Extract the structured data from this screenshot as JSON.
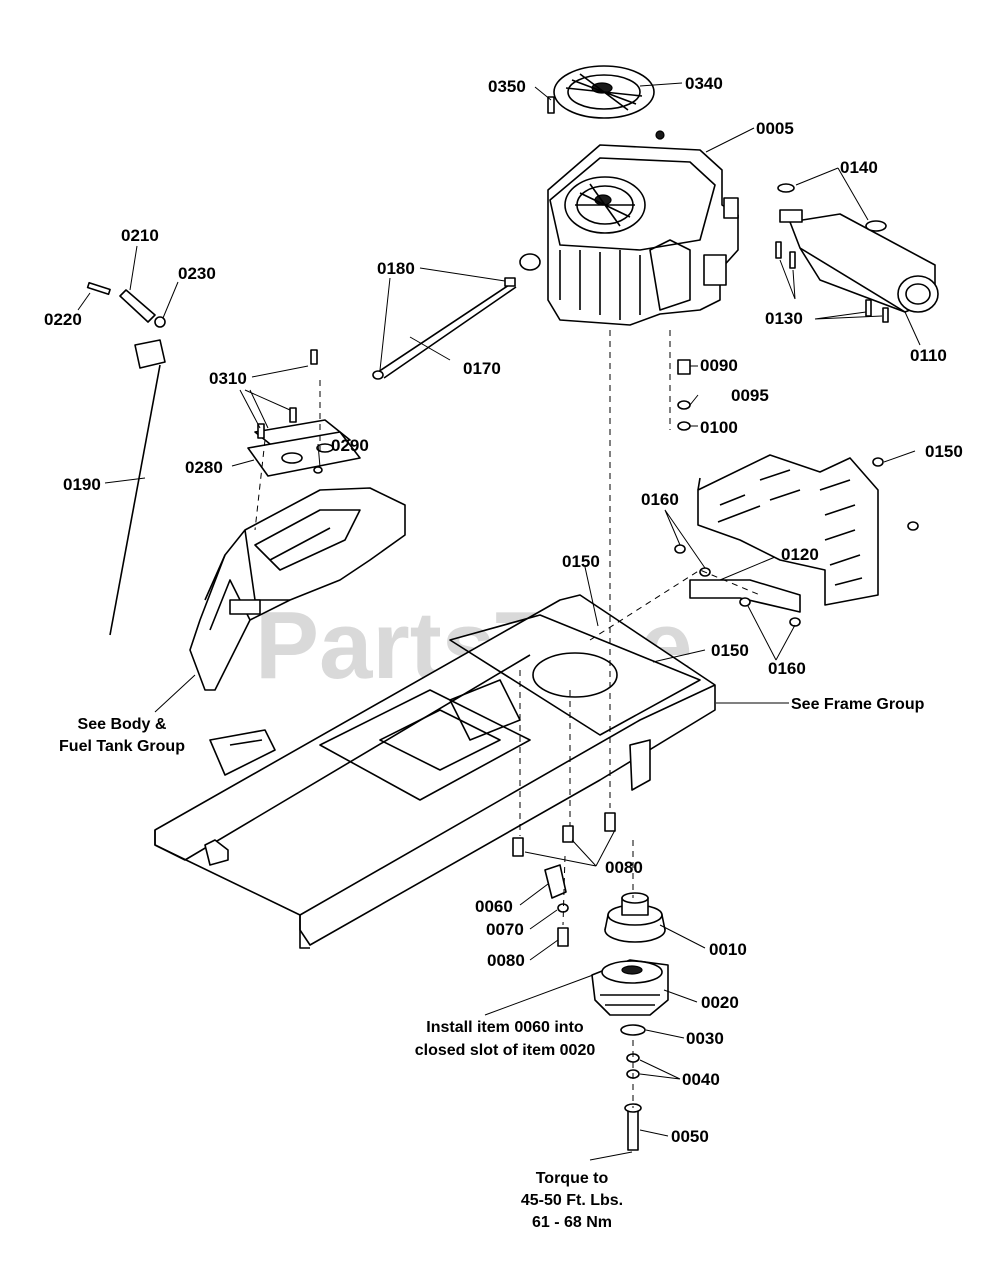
{
  "watermark": "PartsTree",
  "callouts": [
    {
      "id": "0350",
      "text": "0350"
    },
    {
      "id": "0340",
      "text": "0340"
    },
    {
      "id": "0005",
      "text": "0005"
    },
    {
      "id": "0140",
      "text": "0140"
    },
    {
      "id": "0210",
      "text": "0210"
    },
    {
      "id": "0230",
      "text": "0230"
    },
    {
      "id": "0220",
      "text": "0220"
    },
    {
      "id": "0180",
      "text": "0180"
    },
    {
      "id": "0130",
      "text": "0130"
    },
    {
      "id": "0110",
      "text": "0110"
    },
    {
      "id": "0170",
      "text": "0170"
    },
    {
      "id": "0310",
      "text": "0310"
    },
    {
      "id": "0090",
      "text": "0090"
    },
    {
      "id": "0095",
      "text": "0095"
    },
    {
      "id": "0100",
      "text": "0100"
    },
    {
      "id": "0290",
      "text": "0290"
    },
    {
      "id": "0280",
      "text": "0280"
    },
    {
      "id": "0190",
      "text": "0190"
    },
    {
      "id": "0150a",
      "text": "0150"
    },
    {
      "id": "0160a",
      "text": "0160"
    },
    {
      "id": "0120",
      "text": "0120"
    },
    {
      "id": "0150b",
      "text": "0150"
    },
    {
      "id": "0150c",
      "text": "0150"
    },
    {
      "id": "0160b",
      "text": "0160"
    },
    {
      "id": "0080a",
      "text": "0080"
    },
    {
      "id": "0060",
      "text": "0060"
    },
    {
      "id": "0070",
      "text": "0070"
    },
    {
      "id": "0080b",
      "text": "0080"
    },
    {
      "id": "0010",
      "text": "0010"
    },
    {
      "id": "0020",
      "text": "0020"
    },
    {
      "id": "0030",
      "text": "0030"
    },
    {
      "id": "0040",
      "text": "0040"
    },
    {
      "id": "0050",
      "text": "0050"
    }
  ],
  "notes": {
    "see_frame": "See Frame Group",
    "see_body_line1": "See Body &",
    "see_body_line2": "Fuel Tank Group",
    "install_line1": "Install item 0060 into",
    "install_line2": "closed slot of item 0020",
    "torque_line1": "Torque to",
    "torque_line2": "45-50 Ft. Lbs.",
    "torque_line3": "61 - 68 Nm"
  }
}
